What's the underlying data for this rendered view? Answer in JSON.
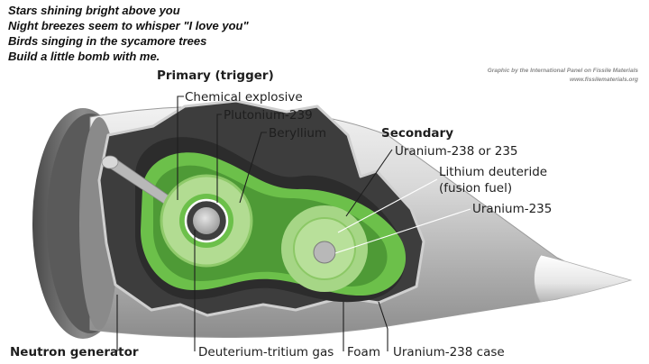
{
  "caption": {
    "lines": [
      "Stars shining bright above you",
      "Night breezes seem to whisper \"I love you\"",
      "Birds singing in the sycamore trees",
      "Build a little bomb with me."
    ]
  },
  "credit": {
    "line1": "Graphic by the International Panel on Fissile Materials",
    "line2": "www.fissilematerials.org"
  },
  "labels": {
    "primary_header": "Primary (trigger)",
    "chemical_explosive": "Chemical explosive",
    "plutonium": "Plutonium-239",
    "beryllium": "Beryllium",
    "secondary_header": "Secondary",
    "uranium_238_or_235": "Uranium-238 or 235",
    "lithium_line1": "Lithium deuteride",
    "lithium_line2": "(fusion fuel)",
    "uranium_235": "Uranium-235",
    "neutron_generator": "Neutron generator",
    "dt_gas": "Deuterium-tritium gas",
    "foam": "Foam",
    "u238_case": "Uranium-238 case"
  },
  "colors": {
    "outer_casing": "#d2d2d2",
    "base_ring": "#6e6e6e",
    "case_dark": "#3b3b3b",
    "green_layer": "#6cc04a",
    "green_light": "#b2dc92",
    "core_gray": "#c6c6c6"
  }
}
